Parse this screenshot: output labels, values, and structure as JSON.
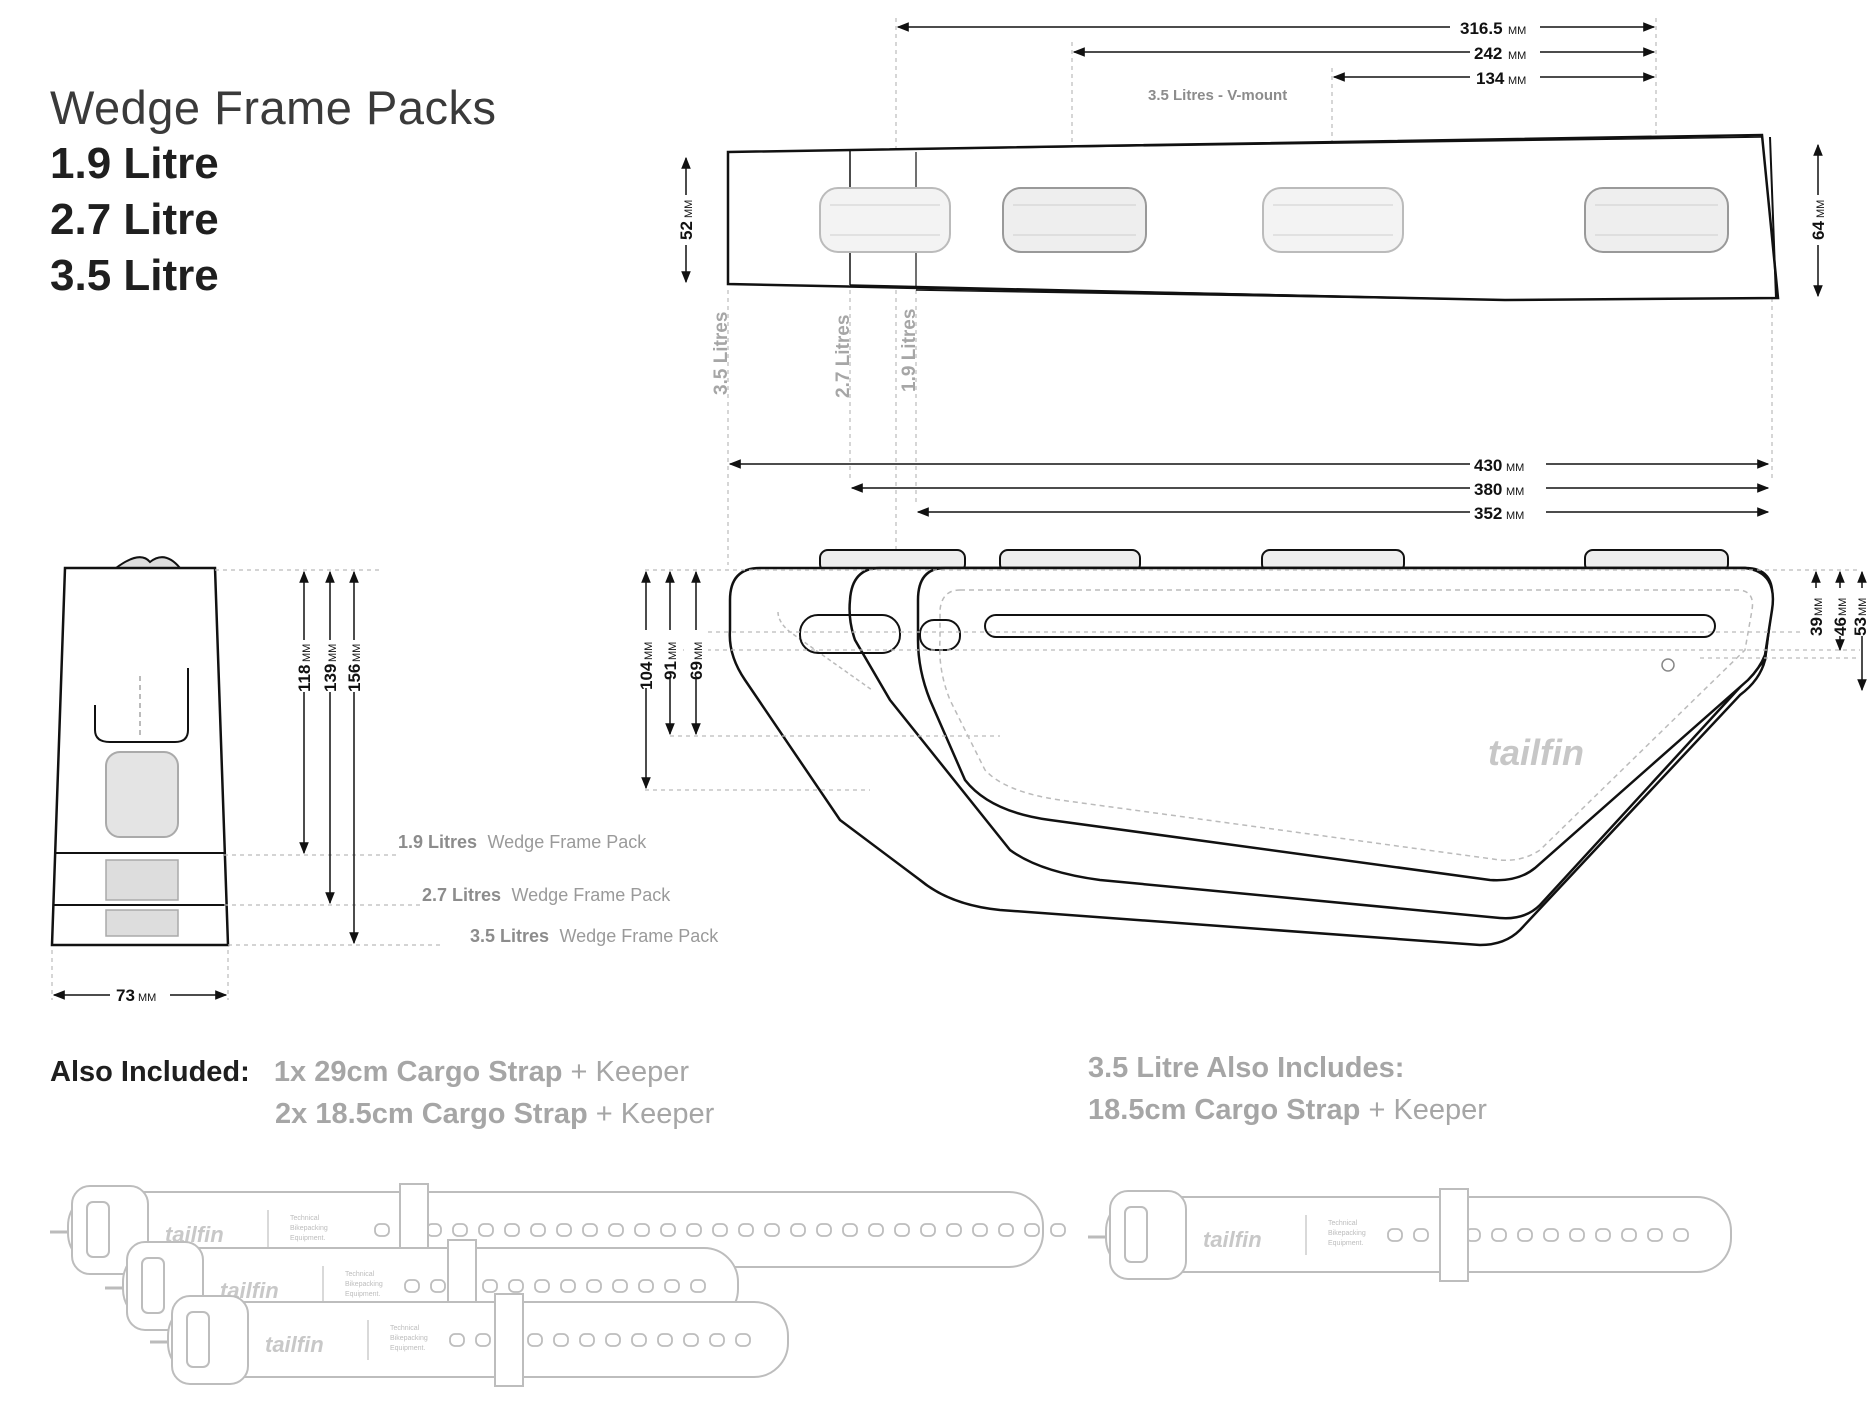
{
  "title": {
    "line1": "Wedge Frame Packs",
    "sizes": [
      "1.9 Litre",
      "2.7 Litre",
      "3.5 Litre"
    ]
  },
  "top_view": {
    "lengths": [
      {
        "value": "316.5",
        "unit": "MM"
      },
      {
        "value": "242",
        "unit": "MM"
      },
      {
        "value": "134",
        "unit": "MM"
      }
    ],
    "vmount_label": "3.5 Litres - V-mount",
    "left_height": {
      "value": "52",
      "unit": "MM"
    },
    "right_height": {
      "value": "64",
      "unit": "MM"
    },
    "vertical_labels": [
      "3.5 Litres",
      "2.7 Litres",
      "1.9 Litres"
    ]
  },
  "side_view": {
    "lengths": [
      {
        "value": "430",
        "unit": "MM"
      },
      {
        "value": "380",
        "unit": "MM"
      },
      {
        "value": "352",
        "unit": "MM"
      }
    ],
    "left_heights": [
      {
        "value": "104",
        "unit": "MM"
      },
      {
        "value": "91",
        "unit": "MM"
      },
      {
        "value": "69",
        "unit": "MM"
      }
    ],
    "right_heights": [
      {
        "value": "39",
        "unit": "MM"
      },
      {
        "value": "46",
        "unit": "MM"
      },
      {
        "value": "53",
        "unit": "MM"
      }
    ],
    "brand": "tailfin"
  },
  "end_view": {
    "heights": [
      {
        "value": "118",
        "unit": "MM"
      },
      {
        "value": "139",
        "unit": "MM"
      },
      {
        "value": "156",
        "unit": "MM"
      }
    ],
    "width": {
      "value": "73",
      "unit": "MM"
    }
  },
  "pack_lines": [
    {
      "size": "1.9 Litres",
      "name": "Wedge Frame Pack"
    },
    {
      "size": "2.7 Litres",
      "name": "Wedge Frame Pack"
    },
    {
      "size": "3.5 Litres",
      "name": "Wedge Frame Pack"
    }
  ],
  "also_included": {
    "label": "Also Included:",
    "items": [
      {
        "qty_strap": "1x 29cm Cargo Strap",
        "extra": "+ Keeper"
      },
      {
        "qty_strap": "2x 18.5cm Cargo Strap",
        "extra": "+ Keeper"
      }
    ]
  },
  "also_includes_35": {
    "label": "3.5 Litre Also Includes:",
    "strap": "18.5cm Cargo Strap",
    "extra": "+ Keeper"
  },
  "strap": {
    "brand": "tailfin",
    "tag_lines": [
      "Technical",
      "Bikepacking",
      "Equipment."
    ]
  }
}
